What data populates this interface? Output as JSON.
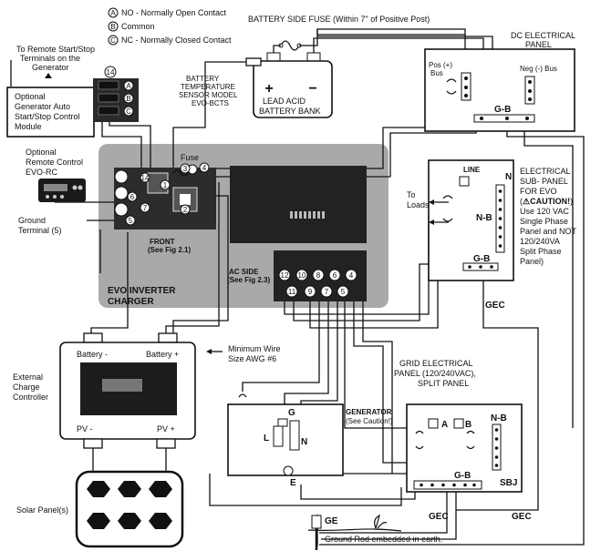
{
  "legend": {
    "a": {
      "letter": "A",
      "text": "NO - Normally Open Contact"
    },
    "b": {
      "letter": "B",
      "text": "Common"
    },
    "c": {
      "letter": "C",
      "text": "NC - Normally Closed Contact"
    }
  },
  "battery_fuse": "BATTERY SIDE FUSE (Within 7\" of Positive Post)",
  "dc_panel": {
    "title_1": "DC ELECTRICAL",
    "title_2": "PANEL",
    "pos_1": "Pos (+)",
    "pos_2": "Bus",
    "neg": "Neg (-) Bus",
    "gb": "G-B"
  },
  "generator_terminals": {
    "line1": "To Remote Start/Stop",
    "line2": "Terminals on the",
    "line3": "Generator"
  },
  "ags": {
    "line1": "Optional",
    "line2": "Generator Auto",
    "line3": "Start/Stop Control",
    "line4": "Module",
    "terminal": "14",
    "a": "A",
    "b": "B",
    "c": "C"
  },
  "battery": {
    "plus": "+",
    "minus": "−",
    "line1": "LEAD ACID",
    "line2": "BATTERY BANK"
  },
  "temp_sensor": {
    "line1": "BATTERY",
    "line2": "TEMPERATURE",
    "line3": "SENSOR MODEL",
    "line4": "EVO-BCTS"
  },
  "remote": {
    "line1": "Optional",
    "line2": "Remote Control",
    "line3": "EVO-RC"
  },
  "ground_terminal": {
    "line1": "Ground",
    "line2": "Terminal (5)"
  },
  "evo": {
    "fuse": "Fuse",
    "front_1": "FRONT",
    "front_2": "(See Fig 2.1)",
    "ac_1": "AC SIDE",
    "ac_2": "(See Fig 2.3)",
    "name_1": "EVO INVERTER",
    "name_2": "CHARGER",
    "front_nums": [
      "1",
      "2",
      "3",
      "4",
      "5",
      "6",
      "7",
      "14"
    ],
    "ac_top": [
      "12",
      "10",
      "8",
      "6",
      "4"
    ],
    "ac_bottom": [
      "11",
      "9",
      "7",
      "5"
    ]
  },
  "sub_panel": {
    "line": "LINE",
    "to_loads_1": "To",
    "to_loads_2": "Loads",
    "n": "N",
    "nb": "N-B",
    "gb": "G-B",
    "gec": "GEC"
  },
  "sub_panel_note": {
    "l1": "ELECTRICAL",
    "l2": "SUB- PANEL",
    "l3": "FOR EVO",
    "l4": "(",
    "caution": "⚠CAUTION!",
    "l4b": ")",
    "l5": "Use 120 VAC",
    "l6": "Single Phase",
    "l7": "Panel and NOT",
    "l8": "120/240VA",
    "l9": "Split Phase",
    "l10": "Panel)"
  },
  "charge_controller": {
    "bat_neg": "Battery -",
    "bat_pos": "Battery +",
    "pv_neg": "PV -",
    "pv_pos": "PV +",
    "label_1": "External",
    "label_2": "Charge",
    "label_3": "Controller"
  },
  "wire_size": {
    "line1": "Minimum Wire",
    "line2": "Size AWG #6"
  },
  "solar": "Solar Panel(s)",
  "generator": {
    "g": "G",
    "l": "L",
    "n": "N",
    "e": "E",
    "title": "GENERATOR",
    "note": "(See Caution!)"
  },
  "grid_panel": {
    "line1": "GRID ELECTRICAL",
    "line2": "PANEL (120/240VAC),",
    "line3": "SPLIT PANEL",
    "a": "A",
    "b": "B",
    "nb": "N-B",
    "gb": "G-B",
    "sbj": "SBJ"
  },
  "gec_labels": {
    "left": "GEC",
    "right": "GEC"
  },
  "ground": {
    "ge": "GE",
    "rod": "Ground Rod embedded in earth."
  }
}
